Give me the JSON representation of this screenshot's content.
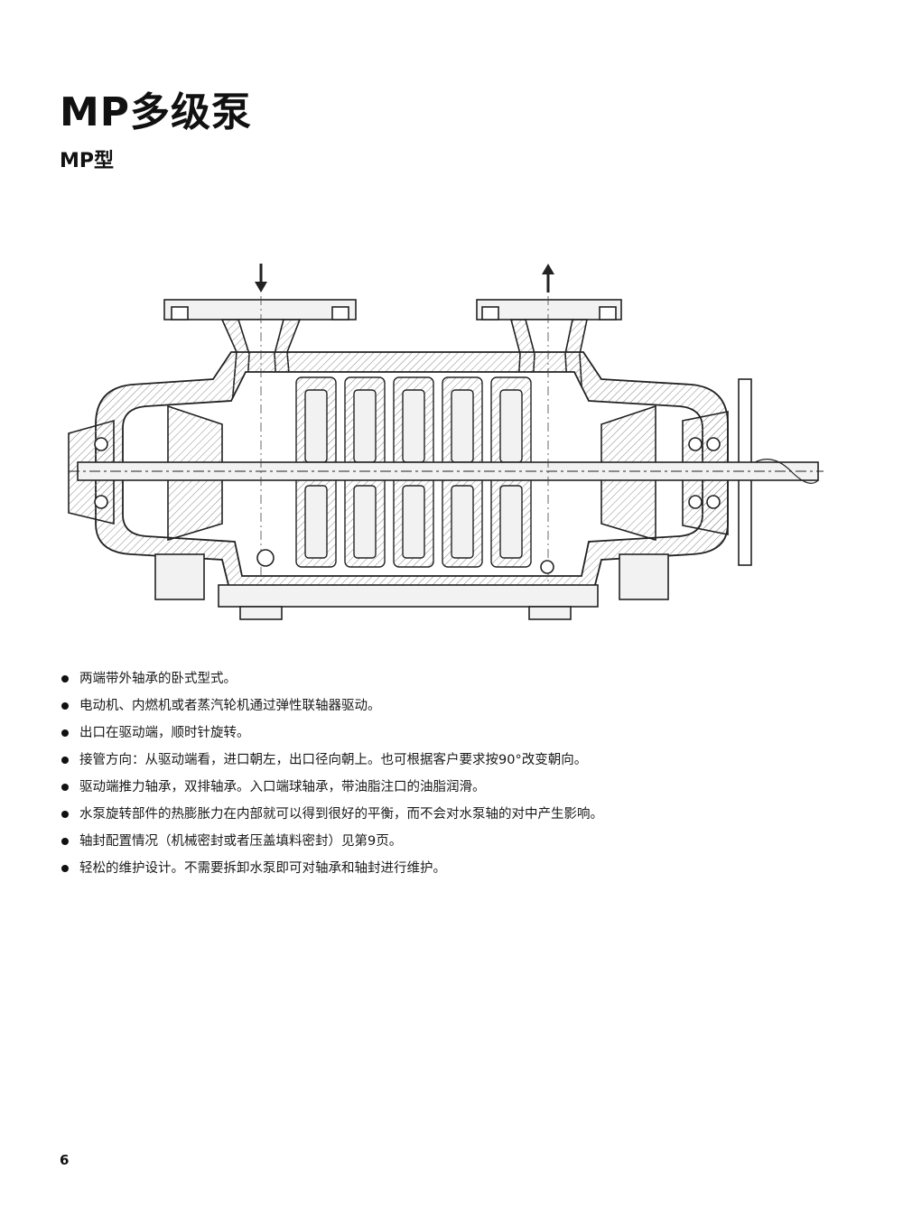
{
  "header": {
    "title": "MP多级泵",
    "subtitle": "MP型"
  },
  "features": [
    "两端带外轴承的卧式型式。",
    "电动机、内燃机或者蒸汽轮机通过弹性联轴器驱动。",
    "出口在驱动端，顺时针旋转。",
    "接管方向：从驱动端看，进口朝左，出口径向朝上。也可根据客户要求按90°改变朝向。",
    "驱动端推力轴承，双排轴承。入口端球轴承，带油脂注口的油脂润滑。",
    "水泵旋转部件的热膨胀力在内部就可以得到很好的平衡，而不会对水泵轴的对中产生影响。",
    "轴封配置情况（机械密封或者压盖填料密封）见第9页。",
    "轻松的维护设计。不需要拆卸水泵即可对轴承和轴封进行维护。"
  ],
  "footer": {
    "page_number": "6"
  },
  "figure": {
    "stage_count": 5,
    "colors": {
      "line": "#222222",
      "hatch": "#888888",
      "fill": "#f2f2f2"
    }
  }
}
